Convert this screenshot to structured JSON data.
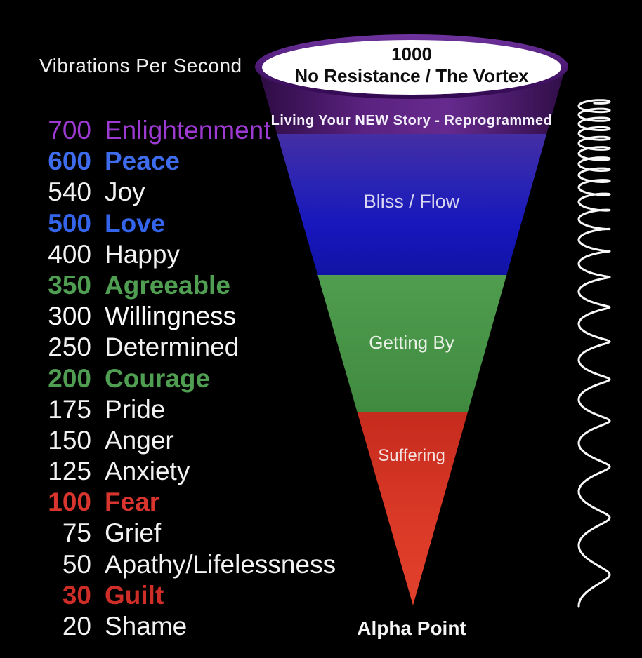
{
  "title": "Vibrations Per Second",
  "scale": {
    "rows": [
      {
        "value": "700",
        "label": "Enlightenment",
        "color": "#9c3ad2",
        "weight": "normal"
      },
      {
        "value": "600",
        "label": "Peace",
        "color": "#3e6cec",
        "weight": "bold"
      },
      {
        "value": "540",
        "label": "Joy",
        "color": "#f2f2f2",
        "weight": "normal"
      },
      {
        "value": "500",
        "label": "Love",
        "color": "#3364ea",
        "weight": "bold"
      },
      {
        "value": "400",
        "label": "Happy",
        "color": "#f2f2f2",
        "weight": "normal"
      },
      {
        "value": "350",
        "label": "Agreeable",
        "color": "#4f9e52",
        "weight": "bold"
      },
      {
        "value": "300",
        "label": "Willingness",
        "color": "#fafafa",
        "weight": "normal"
      },
      {
        "value": "250",
        "label": "Determined",
        "color": "#f2f2f2",
        "weight": "normal"
      },
      {
        "value": "200",
        "label": "Courage",
        "color": "#4f9e52",
        "weight": "bold"
      },
      {
        "value": "175",
        "label": "Pride",
        "color": "#f2f2f2",
        "weight": "normal"
      },
      {
        "value": "150",
        "label": "Anger",
        "color": "#f2f2f2",
        "weight": "normal"
      },
      {
        "value": "125",
        "label": "Anxiety",
        "color": "#f2f2f2",
        "weight": "normal"
      },
      {
        "value": "100",
        "label": "Fear",
        "color": "#d8352e",
        "weight": "bold"
      },
      {
        "value": "75",
        "label": "Grief",
        "color": "#f2f2f2",
        "weight": "normal"
      },
      {
        "value": "50",
        "label": "Apathy/Lifelessness",
        "color": "#f2f2f2",
        "weight": "normal"
      },
      {
        "value": "30",
        "label": "Guilt",
        "color": "#cf2d28",
        "weight": "bold"
      },
      {
        "value": "20",
        "label": "Shame",
        "color": "#f2f2f2",
        "weight": "normal"
      }
    ]
  },
  "funnel": {
    "top_value": "1000",
    "top_label": "No Resistance / The Vortex",
    "band_label": "Living Your NEW Story - Reprogrammed",
    "sections": [
      {
        "label": "Bliss / Flow",
        "color": "#1d1db8"
      },
      {
        "label": "Getting By",
        "color": "#4a974a"
      },
      {
        "label": "Suffering",
        "color": "#d43222"
      }
    ],
    "bottom_label": "Alpha Point",
    "band_color": "#5b2280",
    "rim_color": "#4d1a75",
    "mouth_color": "#ffffff",
    "wave_color": "#f8f8f8"
  }
}
